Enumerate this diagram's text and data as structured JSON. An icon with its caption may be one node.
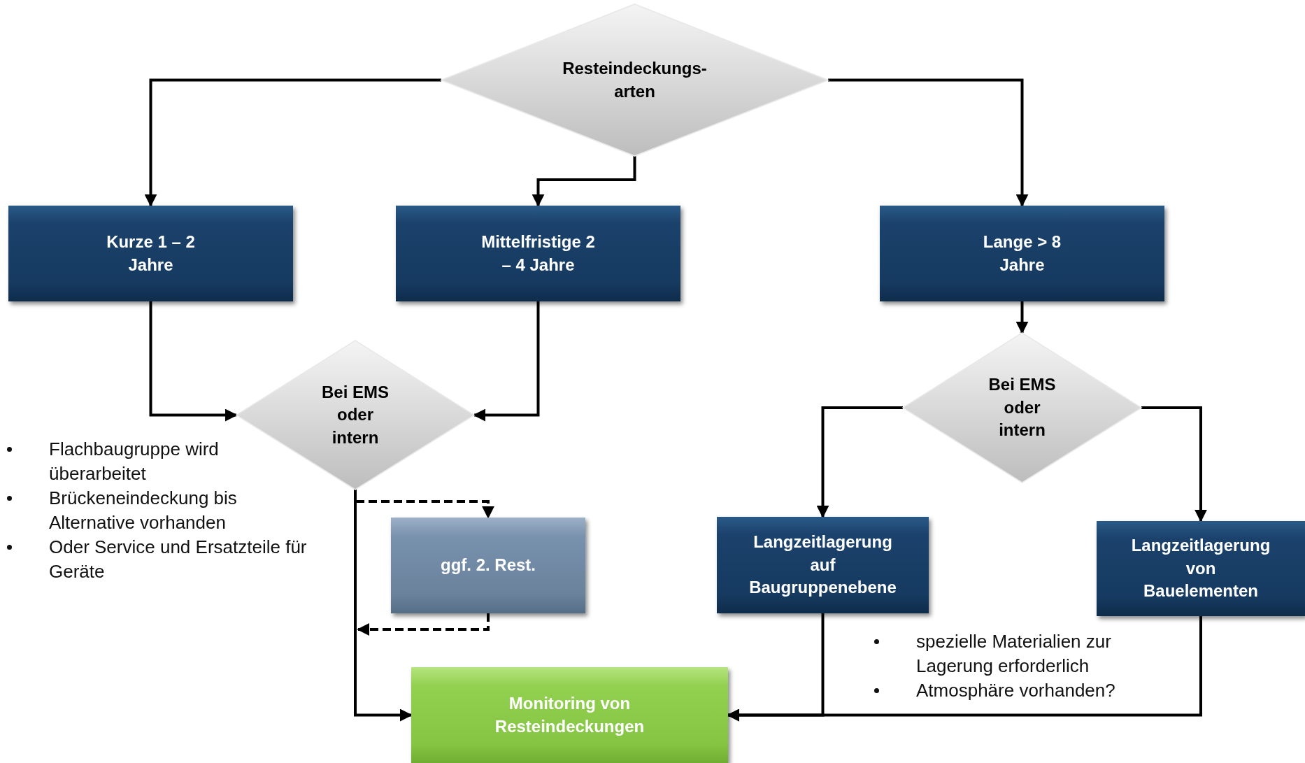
{
  "diagram": {
    "nodes": [
      {
        "text": [
          "Resteindeckungs- arten"
        ]
      },
      {
        "text": [
          "Kurze 1 – 2 Jahre"
        ]
      },
      {
        "text": [
          "Mittelfristige 2 – 4 Jahre"
        ]
      },
      {
        "text": [
          "Lange > 8 Jahre"
        ]
      },
      {
        "text": [
          "Bei EMS oder intern"
        ]
      },
      {
        "text": [
          "Bei EMS oder intern"
        ]
      },
      {
        "text": [
          "ggf. 2. Rest."
        ]
      },
      {
        "text": [
          "Langzeitlagerung auf Baugruppenebene"
        ]
      },
      {
        "text": [
          "Langzeitlagerung von Bauelementen"
        ]
      },
      {
        "text": [
          "Monitoring von Resteindeckungen"
        ]
      }
    ],
    "edges": [
      {
        "from": 0,
        "to": 1,
        "arrow": "to"
      },
      {
        "from": 0,
        "to": 2,
        "arrow": "to"
      },
      {
        "from": 0,
        "to": 3,
        "arrow": "to"
      },
      {
        "from": 1,
        "to": 4,
        "arrow": "to"
      },
      {
        "from": 2,
        "to": 4,
        "arrow": "to"
      },
      {
        "from": 3,
        "to": 5,
        "arrow": "to"
      },
      {
        "from": 5,
        "to": 7,
        "arrow": "to"
      },
      {
        "from": 5,
        "to": 8,
        "arrow": "to"
      },
      {
        "from": 4,
        "to": 6,
        "arrow": "to",
        "style": "dashed"
      },
      {
        "from": 6,
        "to": null,
        "arrow": "to",
        "style": "dashed"
      },
      {
        "from": 4,
        "to": 9,
        "arrow": "to"
      },
      {
        "from": 7,
        "to": 9,
        "arrow": "to"
      },
      {
        "from": 8,
        "to": 9,
        "arrow": "to"
      }
    ],
    "labels": [
      "Flachbaugruppe wird überarbeitet",
      "Brückeneindeckung bis Alternative vorhanden",
      "Oder Service und Ersatzteile für Geräte",
      "spezielle Materialien zur Lagerung erforderlich",
      "Atmosphäre vorhanden?"
    ]
  }
}
